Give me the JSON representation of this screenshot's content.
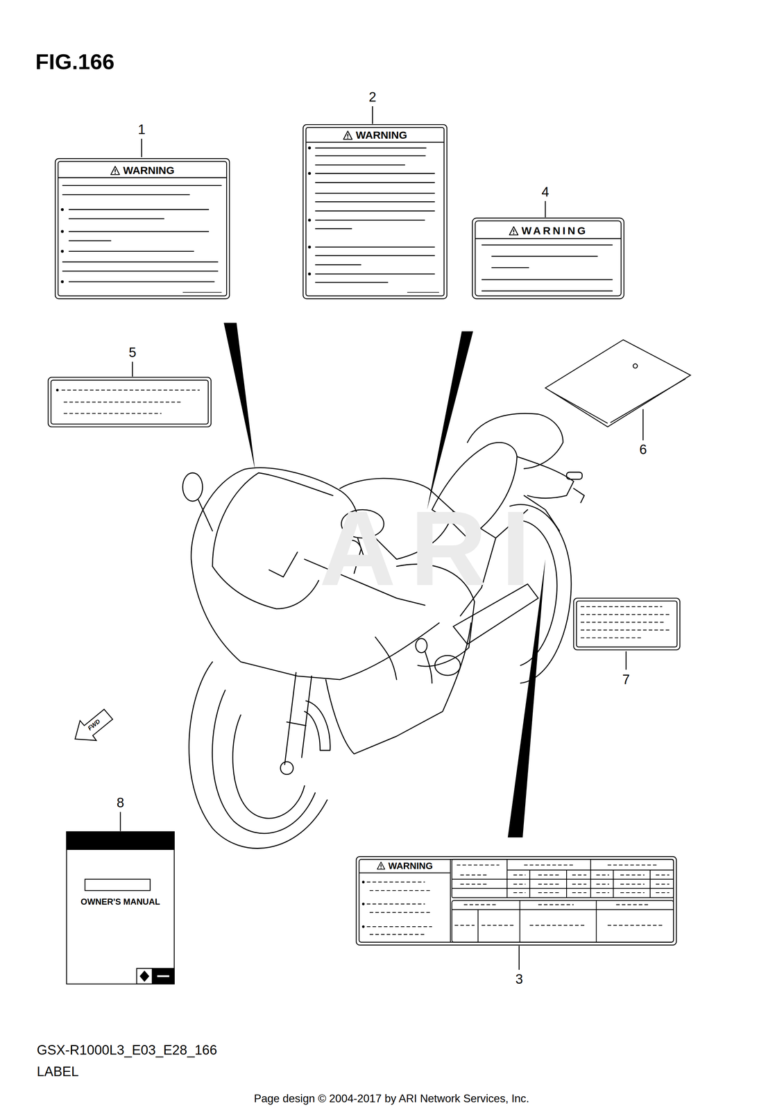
{
  "diagram": {
    "title": "FIG.166",
    "nodes": [
      {
        "text": [
          "WARNING"
        ]
      },
      {
        "text": [
          "WARNING"
        ]
      },
      {
        "text": [
          "WARNING"
        ]
      },
      {
        "text": [
          "OWNER'S MANUAL"
        ]
      },
      {
        "text": [
          "WARNING"
        ]
      }
    ],
    "labels": [
      "1",
      "2",
      "4",
      "5",
      "6",
      "7",
      "8",
      "3",
      "FWD",
      "ARI",
      "GSX-R1000L3_E03_E28_166",
      "LABEL",
      "Page design © 2004-2017 by ARI Network Services, Inc."
    ]
  }
}
